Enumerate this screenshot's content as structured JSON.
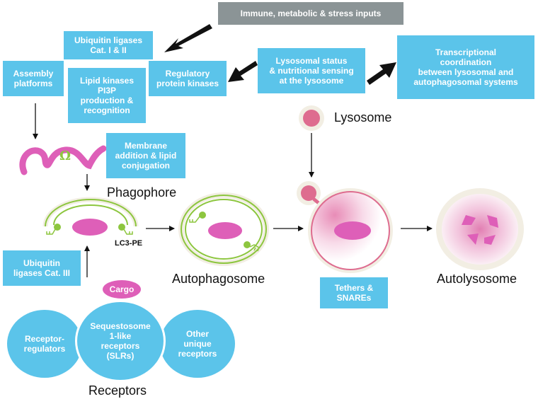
{
  "colors": {
    "box": "#5bc4ea",
    "gray_box": "#8b9496",
    "magenta": "#de5fb8",
    "green": "#8dc63f",
    "lysosome_ring": "#d9587f",
    "cream": "#f2eee3"
  },
  "boxes": {
    "inputs": "Immune, metabolic & stress inputs",
    "ubiquitin_ligases_1_2": "Ubiquitin ligases\nCat. I & II",
    "lipid_kinases": "Lipid kinases\nPI3P\nproduction &\nrecognition",
    "assembly_platforms": "Assembly\nplatforms",
    "regulatory_kinases": "Regulatory\nprotein kinases",
    "lysosomal_status": "Lysosomal status\n& nutritional sensing\nat the lysosome",
    "transcriptional": "Transcriptional\ncoordination\nbetween lysosomal and\nautophagosomal systems",
    "membrane_addition": "Membrane\naddition & lipid\nconjugation",
    "ubiquitin_ligases_3": "Ubiquitin\nligases Cat. III",
    "tethers": "Tethers &\nSNAREs"
  },
  "labels": {
    "lysosome": "Lysosome",
    "phagophore": "Phagophore",
    "lc3": "LC3-PE",
    "autophagosome": "Autophagosome",
    "autolysosome": "Autolysosome",
    "receptors": "Receptors",
    "cargo": "Cargo",
    "omega": "Ω"
  },
  "receptors": {
    "regulators": "Receptor-\nregulators",
    "slr": "Sequestosome\n1-like\nreceptors\n(SLRs)",
    "other": "Other\nunique\nreceptors"
  }
}
